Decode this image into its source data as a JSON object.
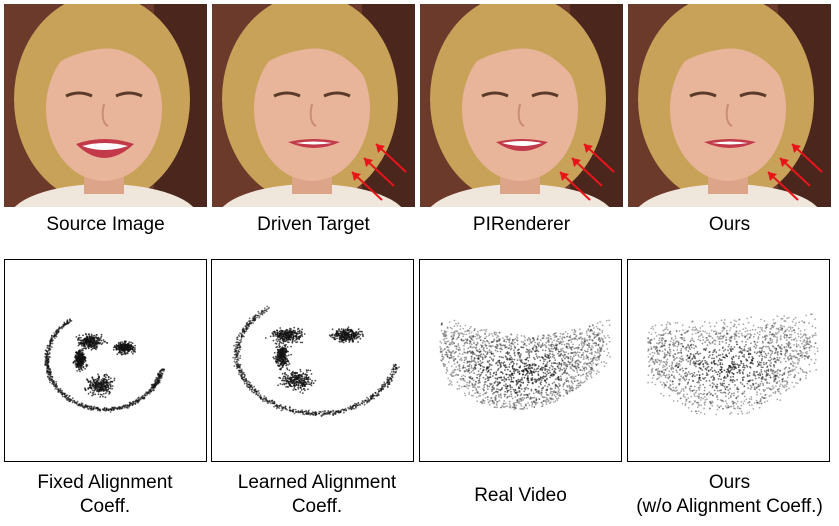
{
  "top_row": [
    {
      "label": "Source Image",
      "arrows": false,
      "smile": "open"
    },
    {
      "label": "Driven Target",
      "arrows": true,
      "smile": "closed"
    },
    {
      "label": "PIRenderer",
      "arrows": true,
      "smile": "half"
    },
    {
      "label": "Ours",
      "arrows": true,
      "smile": "closed"
    }
  ],
  "bottom_row": [
    {
      "line1": "Fixed Alignment",
      "line2": "Coeff.",
      "pattern": "face-ring"
    },
    {
      "line1": "Learned Alignment",
      "line2": "Coeff.",
      "pattern": "face-ring-wide"
    },
    {
      "line1": "Real Video",
      "line2": "",
      "pattern": "dense-blob"
    },
    {
      "line1": "Ours",
      "line2": "(w/o Alignment Coeff.)",
      "pattern": "dense-blob-2"
    }
  ],
  "colors": {
    "arrow": "#e8141a",
    "background_wall": "#6b3a2a",
    "hair": "#c9a25a",
    "skin": "#e8b59a",
    "lips": "#c23a4a",
    "points": "#111111"
  }
}
